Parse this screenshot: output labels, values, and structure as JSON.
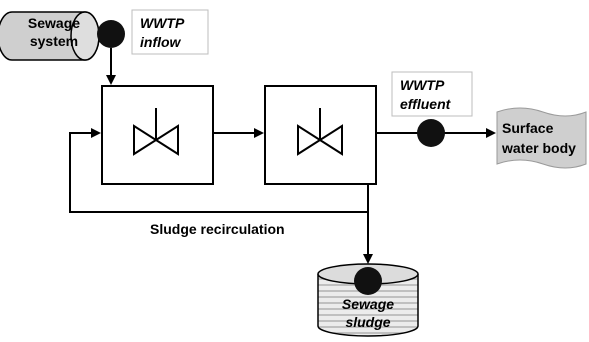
{
  "labels": {
    "sewage_system_line1": "Sewage",
    "sewage_system_line2": "system",
    "wwtp_inflow_line1": "WWTP",
    "wwtp_inflow_line2": "inflow",
    "wwtp_effluent_line1": "WWTP",
    "wwtp_effluent_line2": "effluent",
    "surface_water_line1": "Surface",
    "surface_water_line2": "water body",
    "sludge_recirculation": "Sludge recirculation",
    "sewage_sludge_line1": "Sewage",
    "sewage_sludge_line2": "sludge"
  },
  "colors": {
    "fill_gray": "#cfcfcf",
    "fill_light": "#e6e6e6",
    "stroke": "#000000",
    "sample_point": "#111111"
  }
}
